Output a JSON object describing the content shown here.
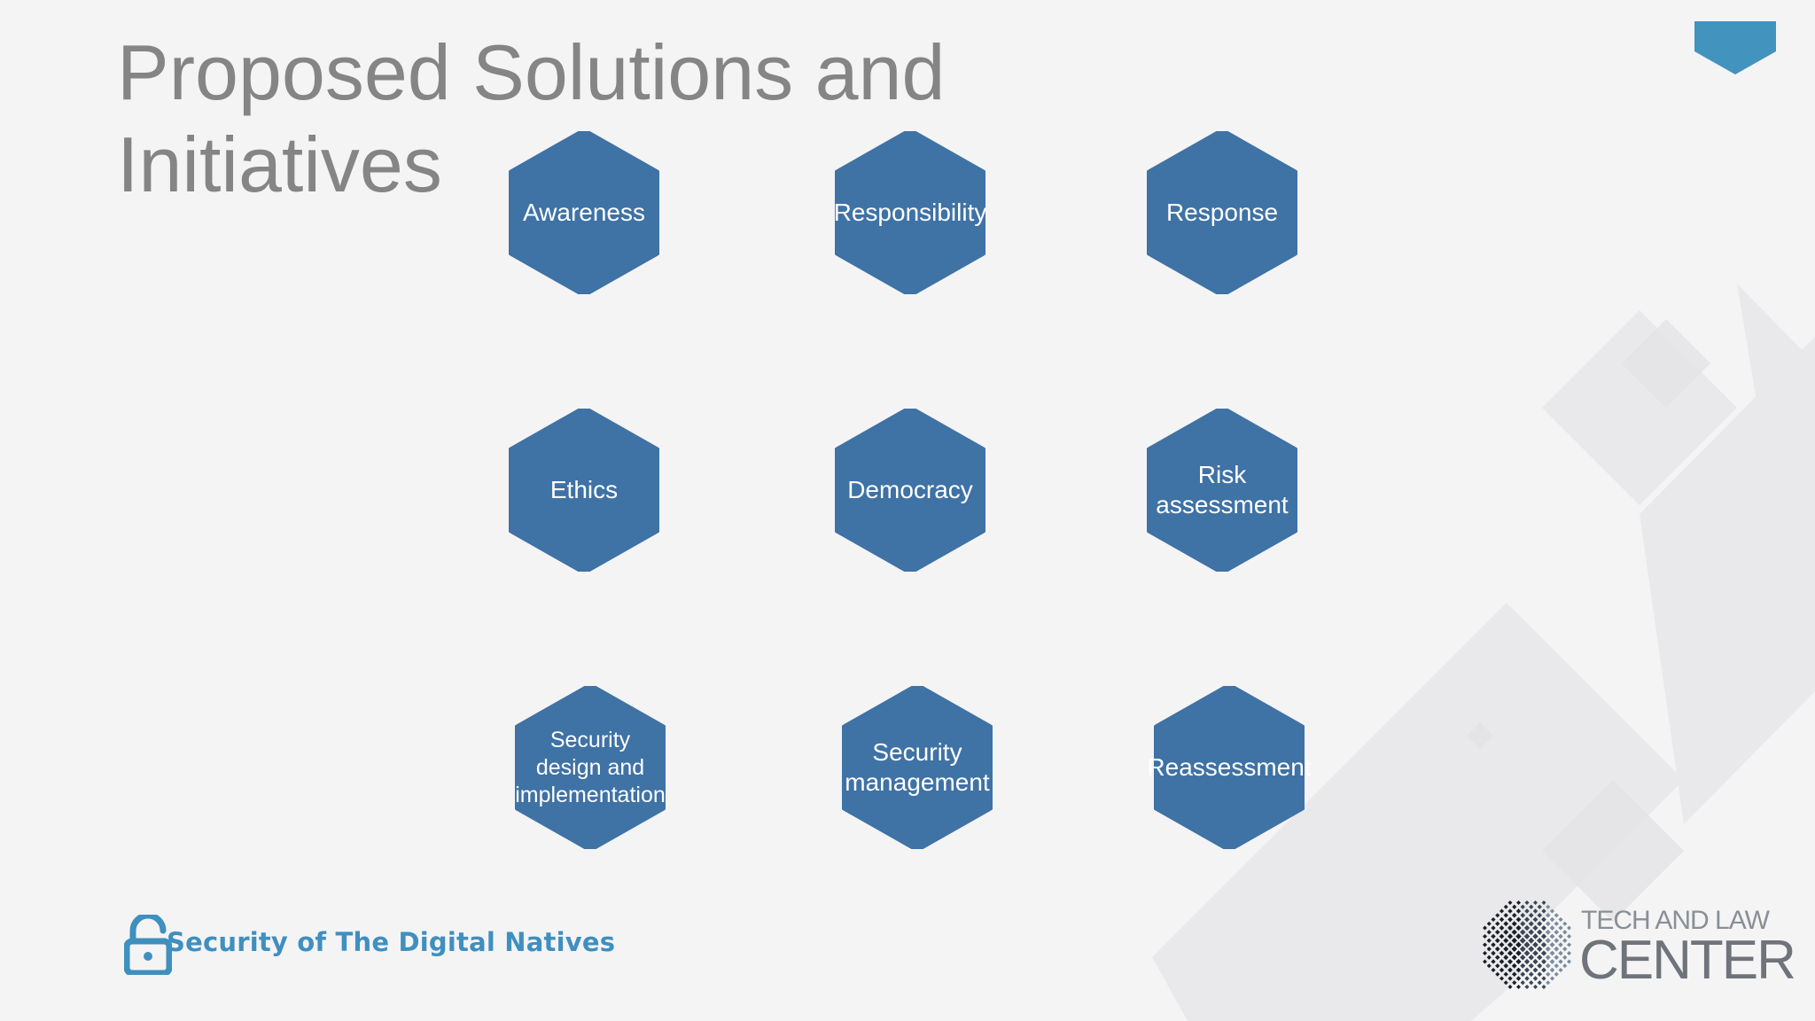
{
  "slide": {
    "title": "Proposed Solutions and\nInitiatives",
    "accent_color": "#3f72a5",
    "tab_color": "#4393bf"
  },
  "hexagons": [
    {
      "label": "Awareness"
    },
    {
      "label": "Responsibility"
    },
    {
      "label": "Response"
    },
    {
      "label": "Ethics"
    },
    {
      "label": "Democracy"
    },
    {
      "label": "Risk\nassessment"
    },
    {
      "label": "Security\ndesign and\nimplementation"
    },
    {
      "label": "Security\nmanagement"
    },
    {
      "label": "Reassessment"
    }
  ],
  "footer": {
    "brand_text": "Security of The Digital Natives",
    "brand_icon": "lock-open-icon",
    "brand_color": "#3f8fbf"
  },
  "logo": {
    "line1": "TECH AND LAW",
    "line2": "CENTER",
    "icon": "globe-icon"
  }
}
